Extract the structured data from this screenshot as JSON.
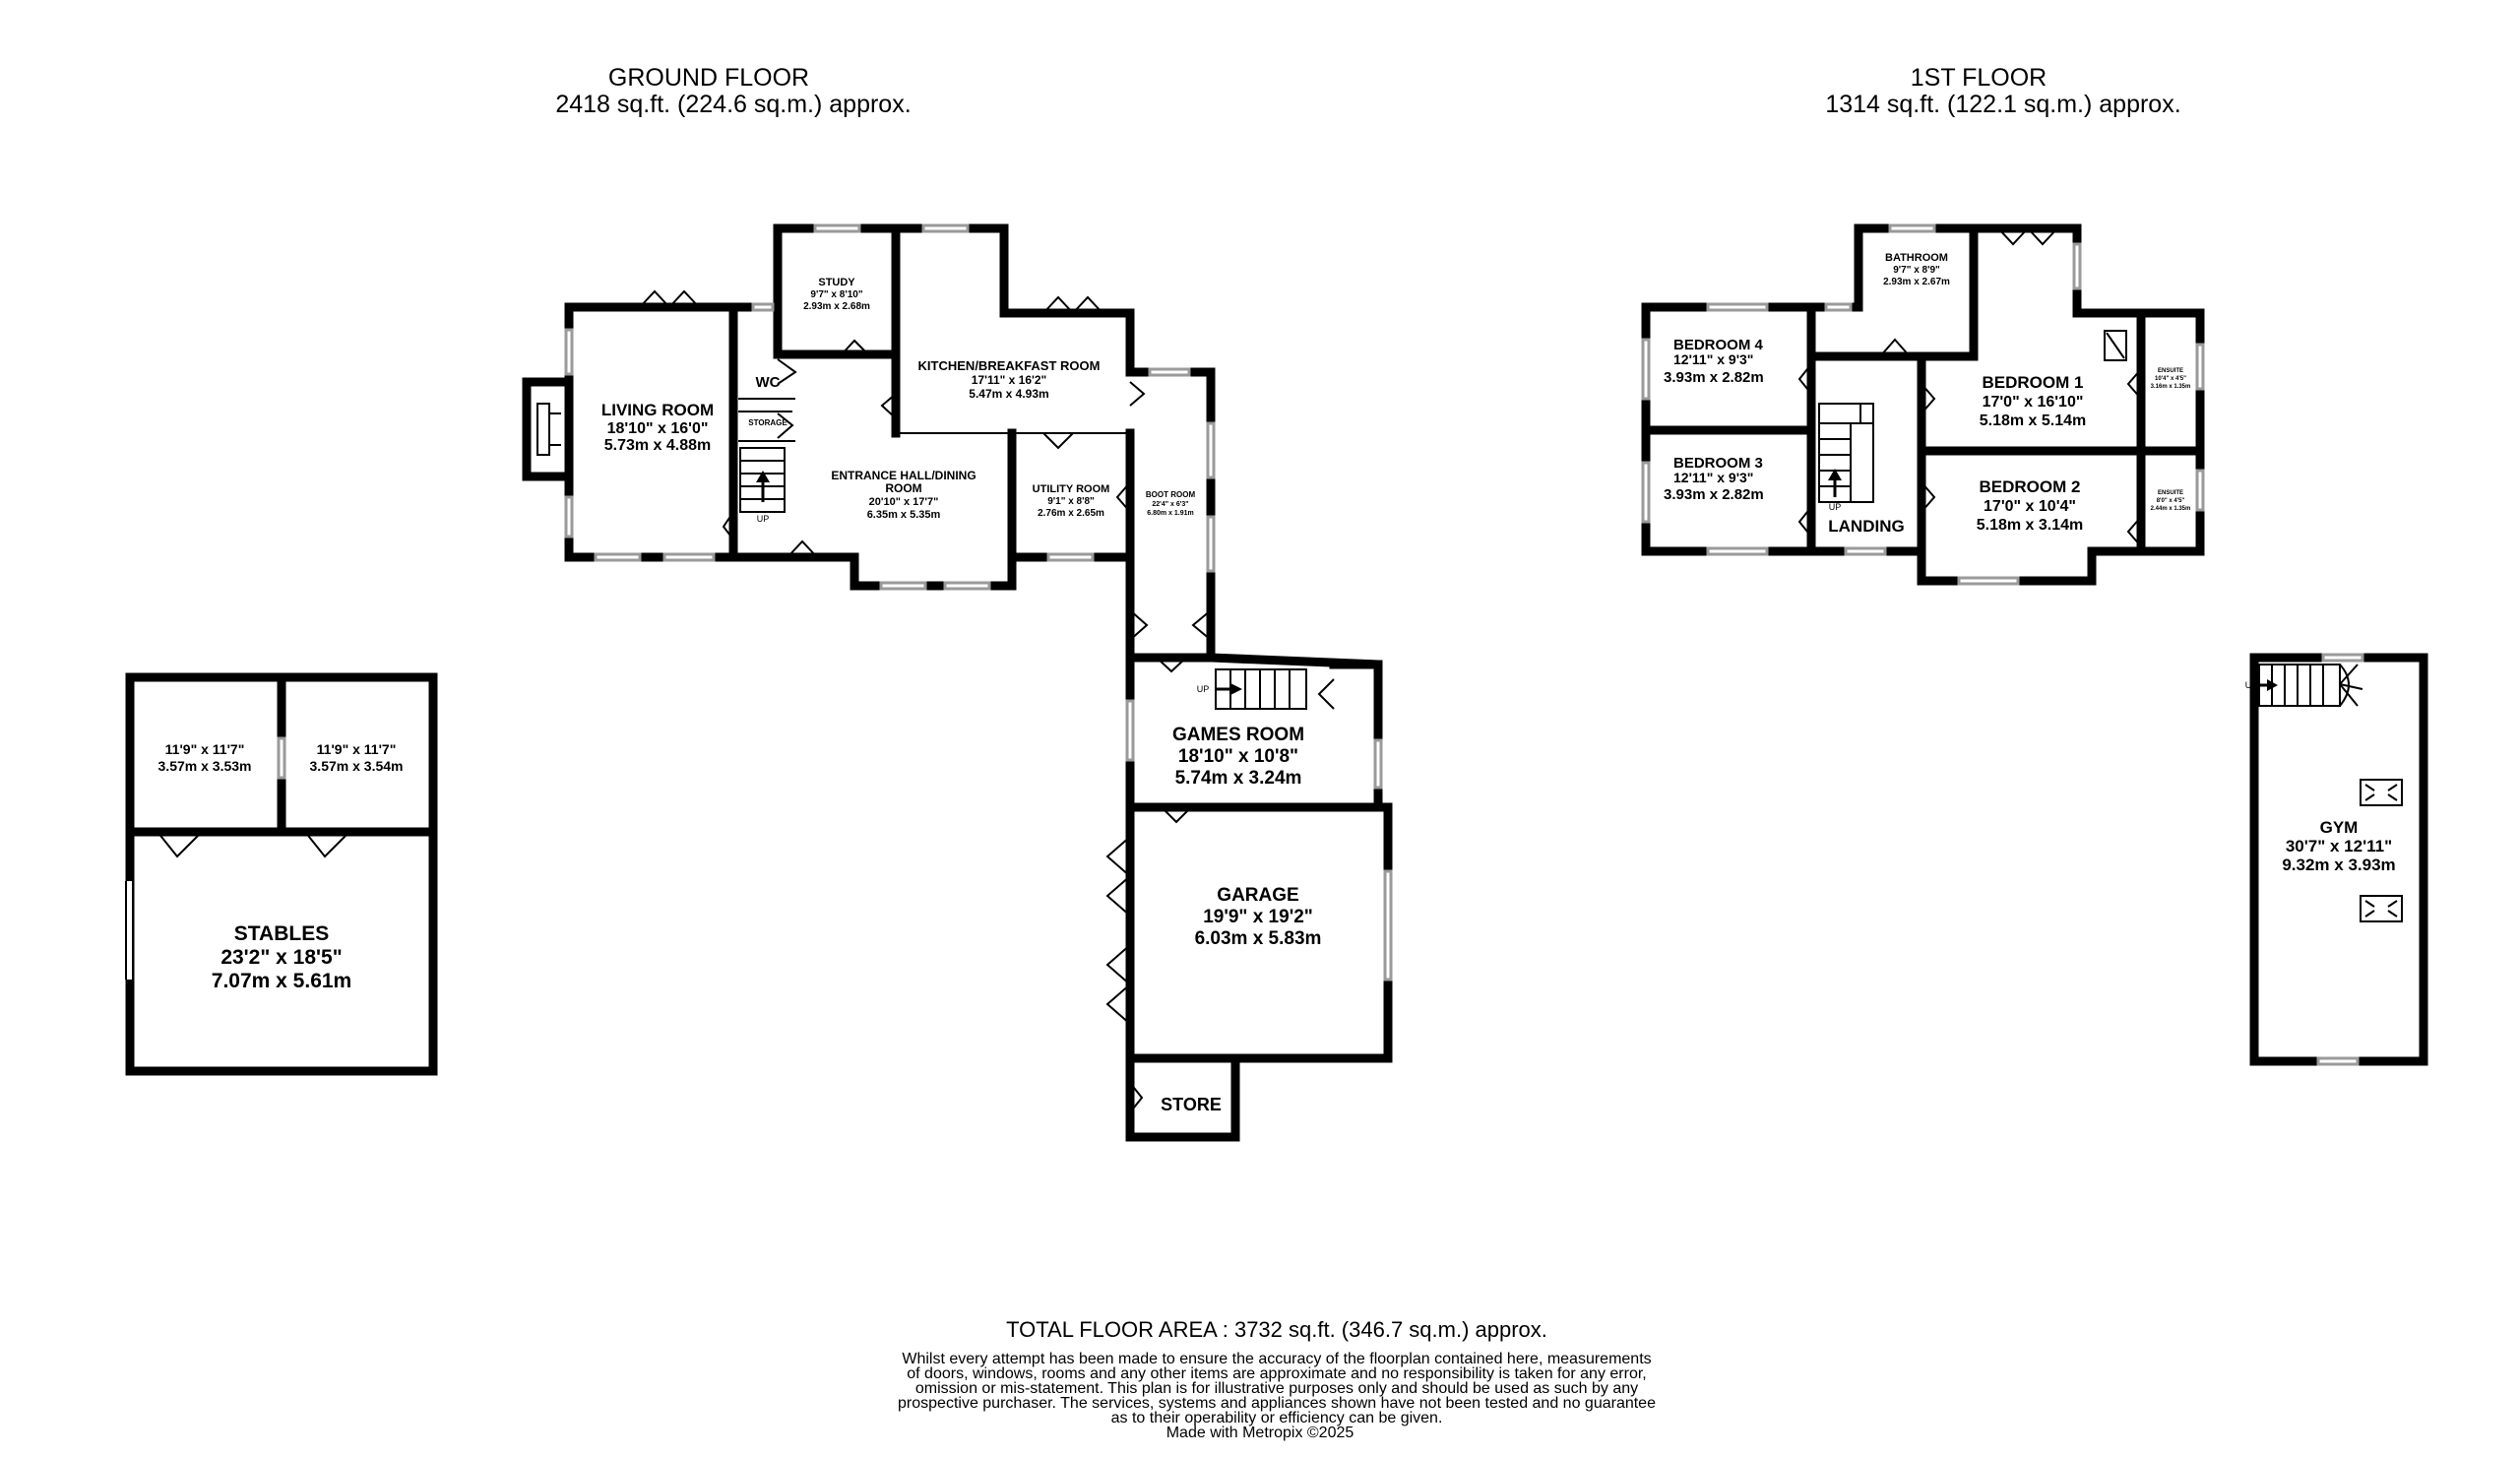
{
  "ground_floor": {
    "title": "GROUND FLOOR",
    "area": "2418 sq.ft. (224.6 sq.m.) approx.",
    "rooms": {
      "living_room": {
        "name": "LIVING ROOM",
        "imperial": "18'10\" x 16'0\"",
        "metric": "5.73m x 4.88m"
      },
      "study": {
        "name": "STUDY",
        "imperial": "9'7\" x 8'10\"",
        "metric": "2.93m x 2.68m"
      },
      "kitchen": {
        "name": "KITCHEN/BREAKFAST ROOM",
        "imperial": "17'11\" x 16'2\"",
        "metric": "5.47m x 4.93m"
      },
      "wc": {
        "name": "WC"
      },
      "storage": {
        "name": "STORAGE"
      },
      "entrance_hall": {
        "name_line1": "ENTRANCE HALL/DINING",
        "name_line2": "ROOM",
        "imperial": "20'10\" x 17'7\"",
        "metric": "6.35m x 5.35m"
      },
      "utility_room": {
        "name": "UTILITY ROOM",
        "imperial": "9'1\" x 8'8\"",
        "metric": "2.76m x 2.65m"
      },
      "boot_room": {
        "name": "BOOT ROOM",
        "imperial": "22'4\" x 6'3\"",
        "metric": "6.80m x 1.91m"
      },
      "games_room": {
        "name": "GAMES ROOM",
        "imperial": "18'10\" x 10'8\"",
        "metric": "5.74m x 3.24m"
      },
      "garage": {
        "name": "GARAGE",
        "imperial": "19'9\" x 19'2\"",
        "metric": "6.03m x 5.83m"
      },
      "store": {
        "name": "STORE"
      },
      "stable_1": {
        "imperial": "11'9\" x 11'7\"",
        "metric": "3.57m x 3.53m"
      },
      "stable_2": {
        "imperial": "11'9\" x 11'7\"",
        "metric": "3.57m x 3.54m"
      },
      "stables": {
        "name": "STABLES",
        "imperial": "23'2\" x 18'5\"",
        "metric": "7.07m x 5.61m"
      }
    },
    "stair_label_hall": "UP",
    "stair_label_games": "UP"
  },
  "first_floor": {
    "title": "1ST FLOOR",
    "area": "1314 sq.ft. (122.1 sq.m.) approx.",
    "rooms": {
      "bathroom": {
        "name": "BATHROOM",
        "imperial": "9'7\" x 8'9\"",
        "metric": "2.93m x 2.67m"
      },
      "bedroom_4": {
        "name": "BEDROOM 4",
        "imperial": "12'11\" x 9'3\"",
        "metric": "3.93m x 2.82m"
      },
      "bedroom_1": {
        "name": "BEDROOM 1",
        "imperial": "17'0\" x 16'10\"",
        "metric": "5.18m x 5.14m"
      },
      "ensuite_1": {
        "name": "ENSUITE",
        "imperial": "10'4\" x 4'5\"",
        "metric": "3.16m x 1.35m"
      },
      "bedroom_3": {
        "name": "BEDROOM 3",
        "imperial": "12'11\" x 9'3\"",
        "metric": "3.93m x 2.82m"
      },
      "bedroom_2": {
        "name": "BEDROOM 2",
        "imperial": "17'0\" x 10'4\"",
        "metric": "5.18m x 3.14m"
      },
      "ensuite_2": {
        "name": "ENSUITE",
        "imperial": "8'0\" x 4'5\"",
        "metric": "2.44m x 1.35m"
      },
      "landing": {
        "name": "LANDING"
      },
      "gym": {
        "name": "GYM",
        "imperial": "30'7\" x 12'11\"",
        "metric": "9.32m x 3.93m"
      }
    },
    "stair_label": "UP",
    "gym_stair_label": "UP"
  },
  "footer": {
    "total": "TOTAL FLOOR AREA : 3732 sq.ft. (346.7 sq.m.) approx.",
    "disclaimer": [
      "Whilst every attempt has been made to ensure the accuracy of the floorplan contained here, measurements",
      "of doors, windows, rooms and any other items are approximate and no responsibility is taken for any error,",
      "omission or mis-statement. This plan is for illustrative purposes only and should be used as such by any",
      "prospective purchaser. The services, systems and appliances shown have not been tested and no guarantee",
      "as to their operability or efficiency can be given."
    ],
    "credit": "Made with Metropix ©2025"
  }
}
